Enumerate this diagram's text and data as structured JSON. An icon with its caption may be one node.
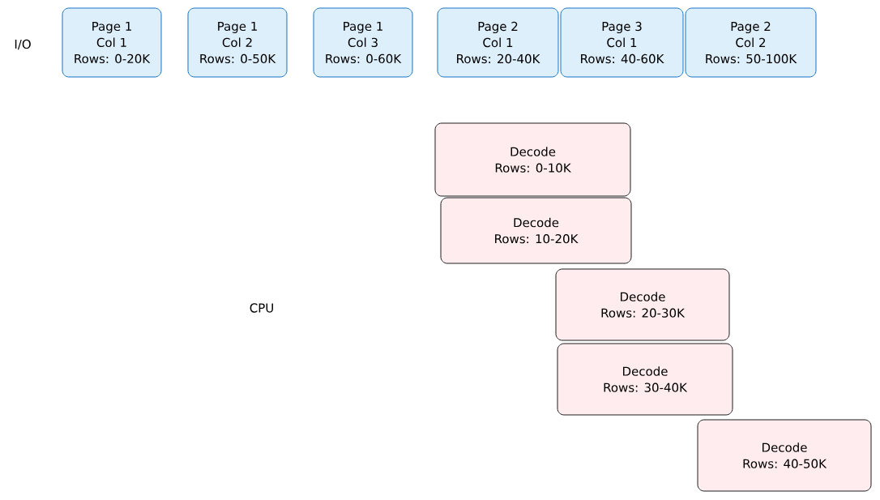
{
  "diagram": {
    "nodes": [
      {
        "text": [
          "Page 1",
          "Col 1",
          "Rows: 0-20K"
        ]
      },
      {
        "text": [
          "Page 1",
          "Col 2",
          "Rows: 0-50K"
        ]
      },
      {
        "text": [
          "Page 1",
          "Col 3",
          "Rows: 0-60K"
        ]
      },
      {
        "text": [
          "Page 2",
          "Col 1",
          "Rows: 20-40K"
        ]
      },
      {
        "text": [
          "Page 3",
          "Col 1",
          "Rows: 40-60K"
        ]
      },
      {
        "text": [
          "Page 2",
          "Col 2",
          "Rows: 50-100K"
        ]
      },
      {
        "text": [
          "Decode",
          "Rows: 0-10K"
        ]
      },
      {
        "text": [
          "Decode",
          "Rows: 10-20K"
        ]
      },
      {
        "text": [
          "Decode",
          "Rows: 20-30K"
        ]
      },
      {
        "text": [
          "Decode",
          "Rows: 30-40K"
        ]
      },
      {
        "text": [
          "Decode",
          "Rows: 40-50K"
        ]
      }
    ],
    "labels": [
      "I/O",
      "CPU"
    ]
  }
}
